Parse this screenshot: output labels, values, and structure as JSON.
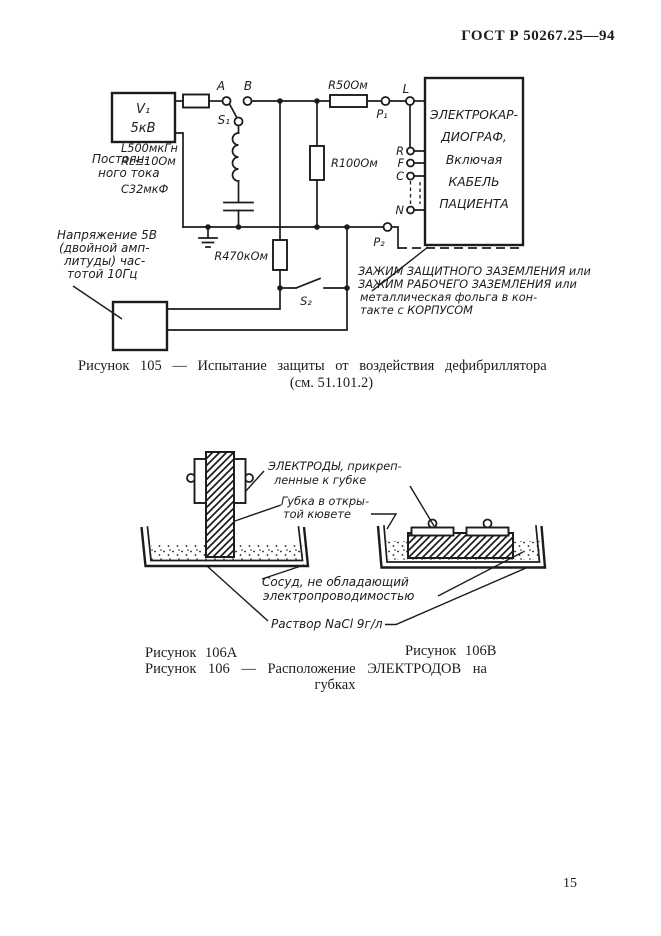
{
  "page": {
    "header": "ГОСТ Р 50267.25—94",
    "page_number": "15"
  },
  "figure105": {
    "source_v": "V₁",
    "source_kv": "5кВ",
    "source_type1": "Постоян-",
    "source_type2": "ного тока",
    "sw_a": "A",
    "sw_b": "B",
    "sw_s1": "S₁",
    "ind_l": "L500мкГн",
    "ind_rl": "Rʟ≤10Ом",
    "cap_c": "C32мкФ",
    "r50": "R50Ом",
    "r100": "R100Ом",
    "r470": "R470кОм",
    "p1": "P₁",
    "p2": "P₂",
    "s2": "S₂",
    "ecg_lines": [
      "ЭЛЕКТРОКАР-",
      "ДИОГРАФ,",
      "Включая",
      "КАБЕЛЬ",
      "ПАЦИЕНТА"
    ],
    "term_l": "L",
    "term_r": "R",
    "term_f": "F",
    "term_c": "C",
    "term_n": "N",
    "gen_label": [
      "Напряжение 5В",
      "(двойной амп-",
      "литуды) час-",
      "тотой 10Гц"
    ],
    "earth_label": [
      "ЗАЖИМ ЗАЩИТНОГО ЗАЗЕМЛЕНИЯ или",
      "ЗАЖИМ РАБОЧЕГО ЗАЗЕМЛЕНИЯ или",
      "металлическая фольга в кон-",
      "такте с КОРПУСОМ"
    ],
    "caption1": "Рисунок 105 — Испытание защиты от воздействия дефибриллятора",
    "caption2": "(см. 51.101.2)"
  },
  "figure106": {
    "lbl_electrodes1": "ЭЛЕКТРОДЫ, прикреп-",
    "lbl_electrodes2": "ленные к губке",
    "lbl_sponge1": "Губка в откры-",
    "lbl_sponge2": "той кювете",
    "lbl_vessel1": "Сосуд, не обладающий",
    "lbl_vessel2": "электропроводимостью",
    "lbl_solution": "Раствор NaCl 9г/л",
    "caption_a": "Рисунок 106А",
    "caption_b": "Рисунок 106В",
    "caption_main1": "Рисунок 106 — Расположение ЭЛЕКТРОДОВ на",
    "caption_main2": "губках"
  }
}
